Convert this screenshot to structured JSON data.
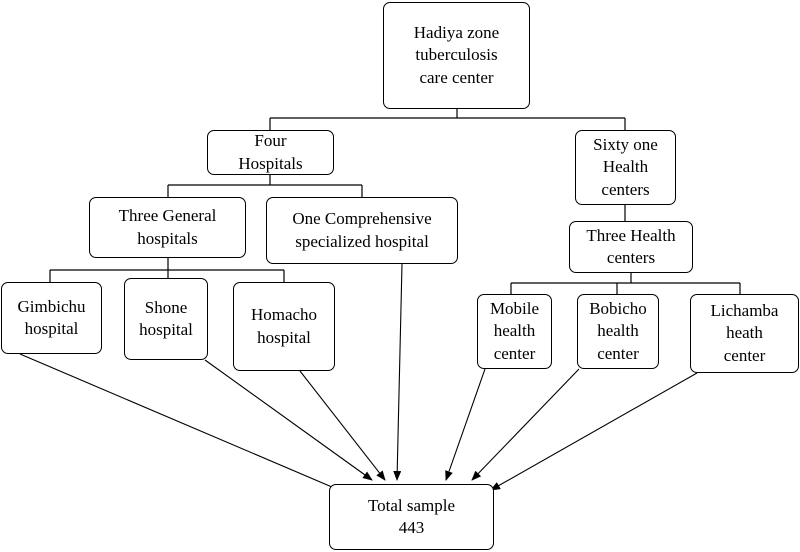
{
  "nodes": {
    "root": "Hadiya zone\ntuberculosis\ncare center",
    "four_hospitals": "Four\nHospitals",
    "sixty_one_hc": "Sixty one\nHealth\ncenters",
    "three_general": "Three General\nhospitals",
    "one_comprehensive": "One  Comprehensive\nspecialized hospital",
    "three_hc": "Three Health\ncenters",
    "gimbichu": "Gimbichu\nhospital",
    "shone": "Shone\nhospital",
    "homacho": "Homacho\nhospital",
    "mobile": "Mobile\nhealth\ncenter",
    "bobicho": "Bobicho\nhealth\ncenter",
    "lichamba": "Lichamba\nheath\ncenter",
    "total": "Total sample\n443"
  }
}
